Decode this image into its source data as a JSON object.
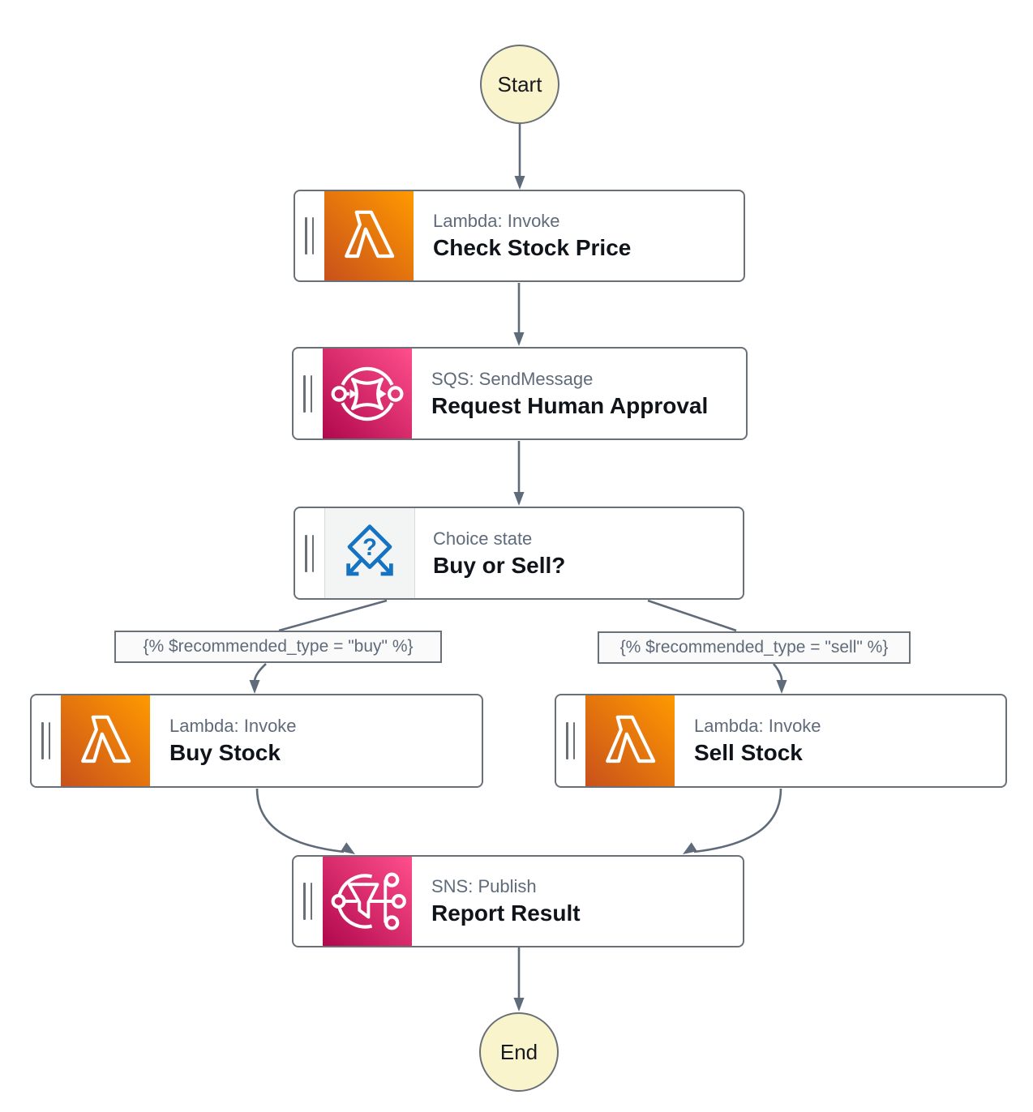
{
  "theme": {
    "canvas-bg": "#ffffff",
    "node-border": "#697077",
    "edge-color": "#5f6b7a",
    "node-bg": "#ffffff",
    "subtitle-color": "#5f6b7a",
    "title-color": "#0f141a",
    "terminal-fill": "#faf4cc",
    "terminal-text": "#16191f",
    "lambda-grad-start": "#c8511b",
    "lambda-grad-end": "#ff9900",
    "pink-grad-start": "#b0084d",
    "pink-grad-end": "#ff4f8b",
    "choice-blue": "#1673c1",
    "choice-bg": "#f3f4f4",
    "label-bg": "#fafafa",
    "label-text": "#5f6b7a"
  },
  "workflow": {
    "start": {
      "label": "Start"
    },
    "end": {
      "label": "End"
    },
    "states": [
      {
        "service": "Lambda: Invoke",
        "name": "Check Stock Price",
        "icon": "lambda-icon"
      },
      {
        "service": "SQS: SendMessage",
        "name": "Request Human Approval",
        "icon": "sqs-icon"
      },
      {
        "service": "Choice state",
        "name": "Buy or Sell?",
        "icon": "choice-icon"
      },
      {
        "service": "Lambda: Invoke",
        "name": "Buy Stock",
        "icon": "lambda-icon"
      },
      {
        "service": "Lambda: Invoke",
        "name": "Sell Stock",
        "icon": "lambda-icon"
      },
      {
        "service": "SNS: Publish",
        "name": "Report Result",
        "icon": "sns-icon"
      }
    ],
    "branch_conditions": [
      {
        "label": "{% $recommended_type = \"buy\" %}"
      },
      {
        "label": "{% $recommended_type = \"sell\" %}"
      }
    ],
    "choice_question_mark": "?"
  }
}
